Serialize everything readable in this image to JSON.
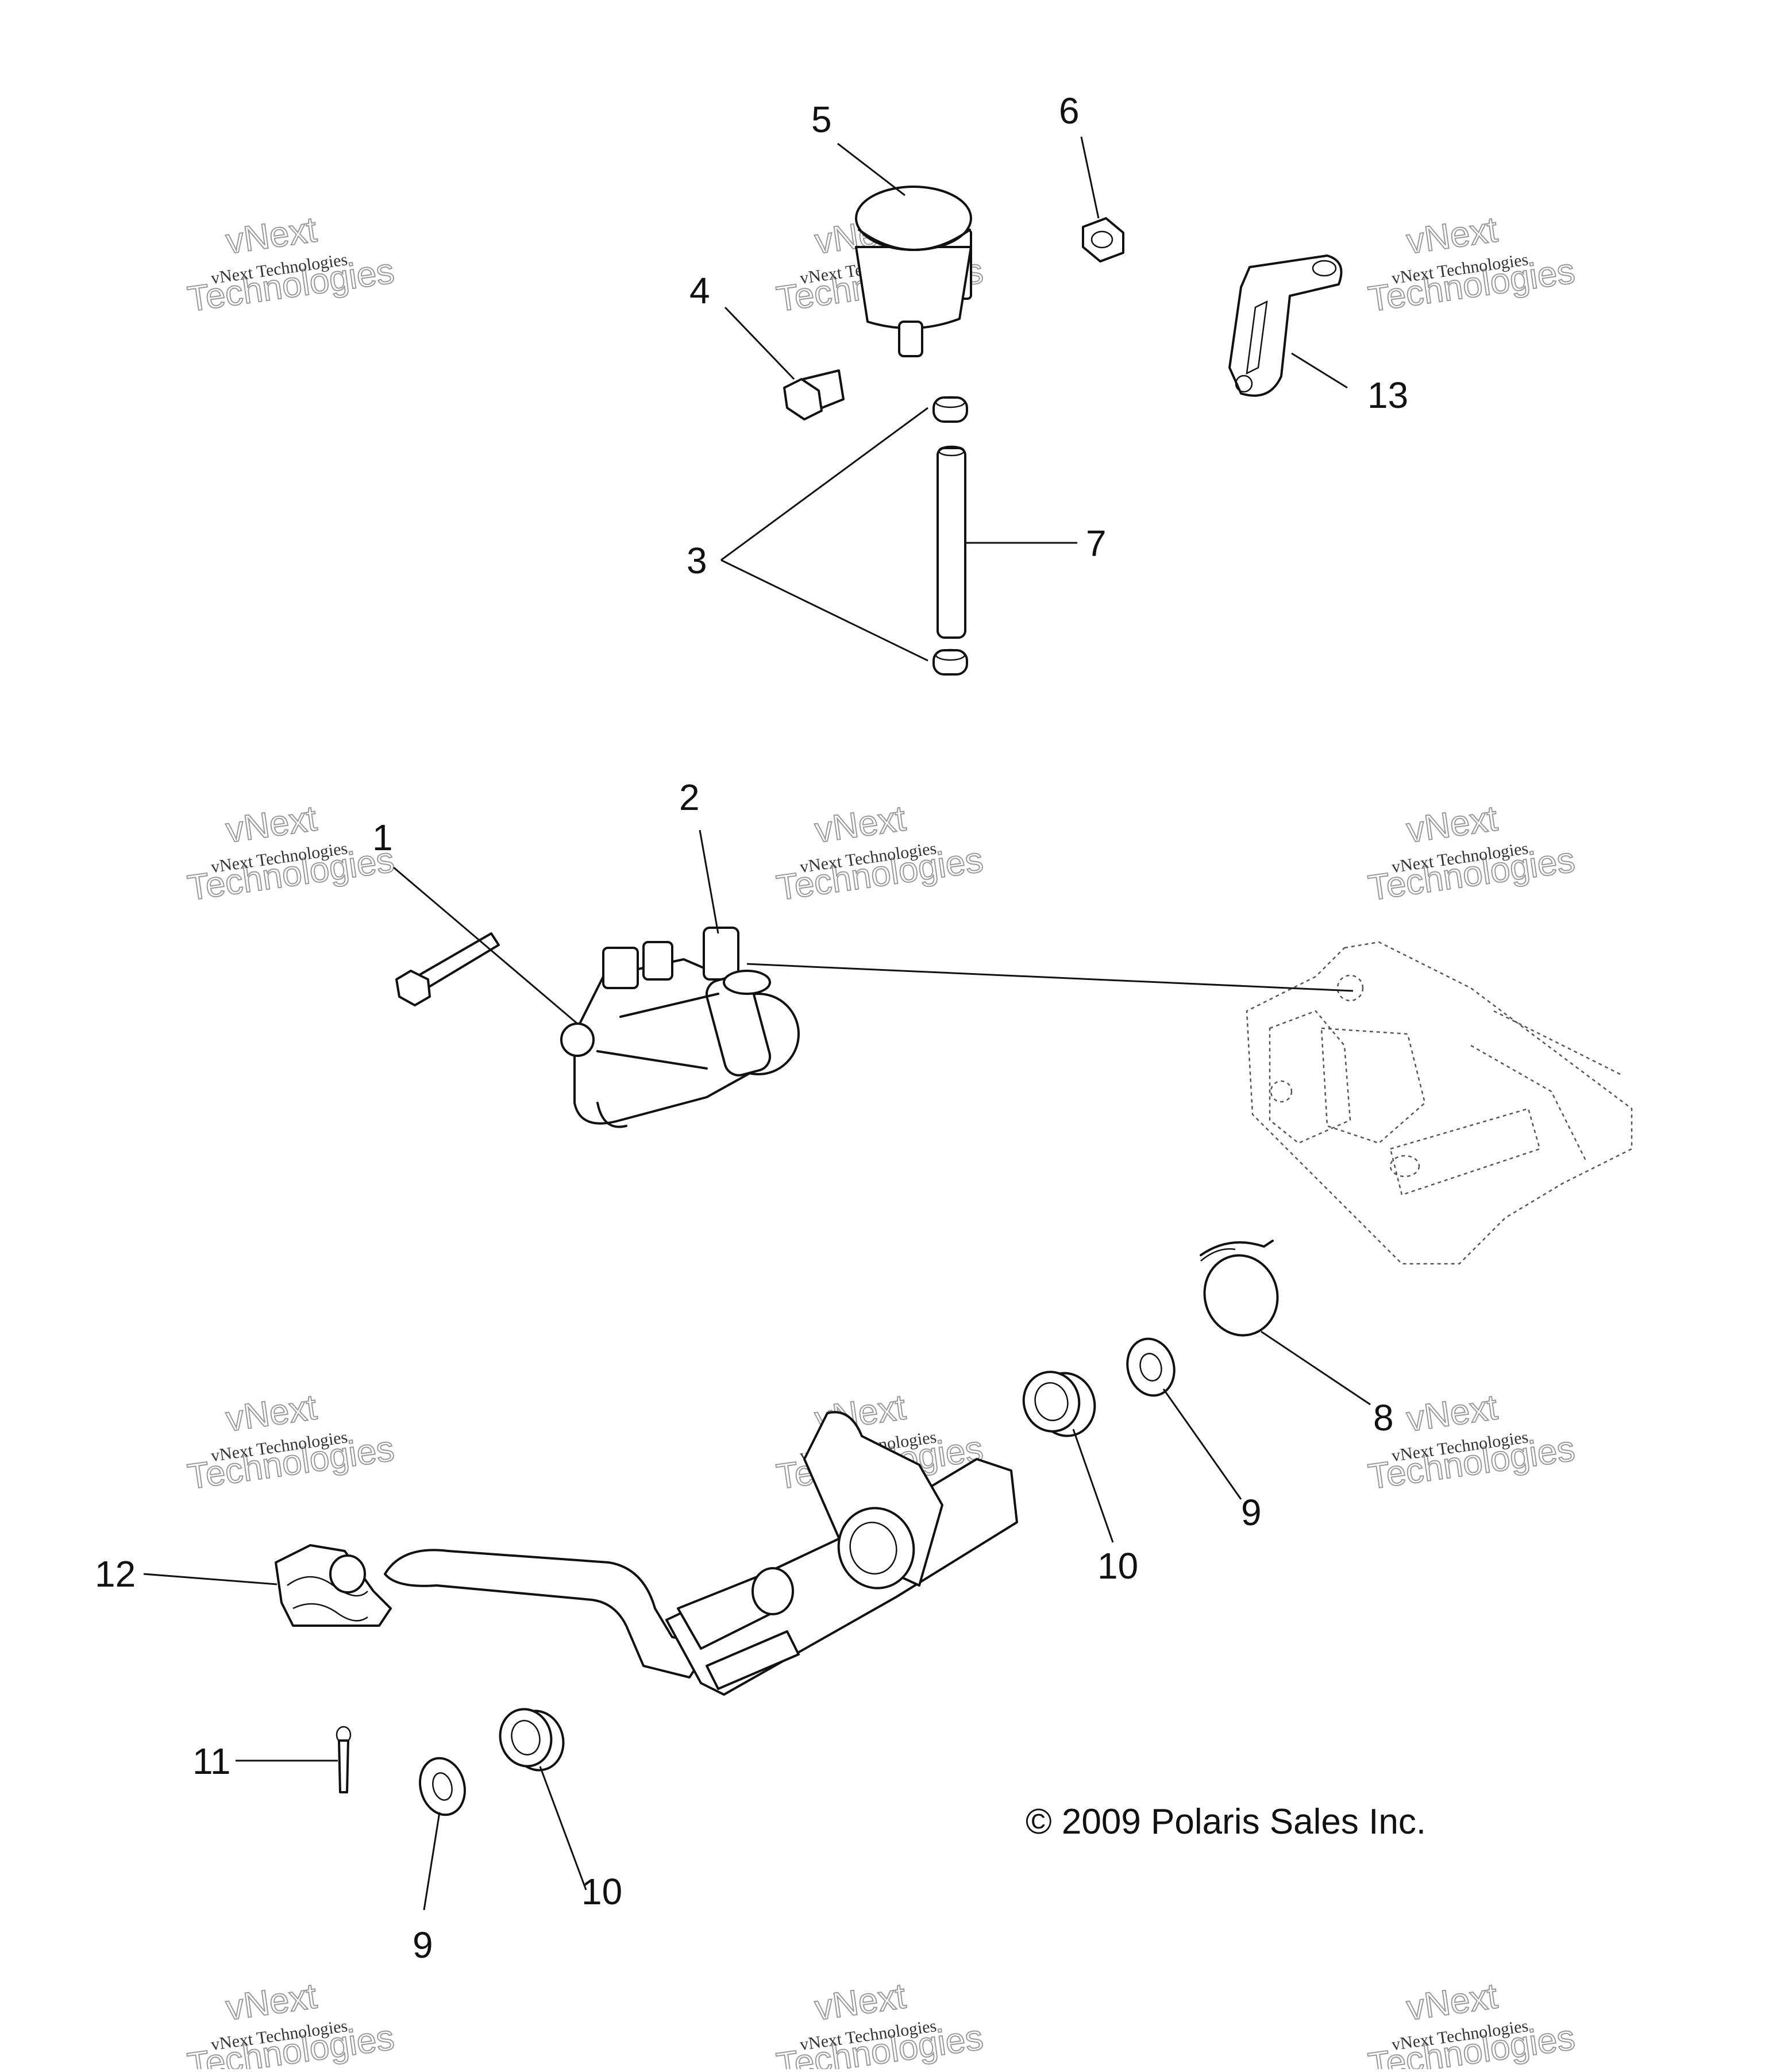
{
  "diagram": {
    "callouts": [
      "1",
      "2",
      "3",
      "4",
      "5",
      "6",
      "7",
      "8",
      "9",
      "9",
      "10",
      "10",
      "11",
      "12",
      "13"
    ],
    "copyright": "© 2009 Polaris Sales Inc.",
    "watermark": {
      "line_small": "vNext Technologies",
      "line_big_a": "vNext",
      "line_big_b": "Technologies"
    }
  }
}
